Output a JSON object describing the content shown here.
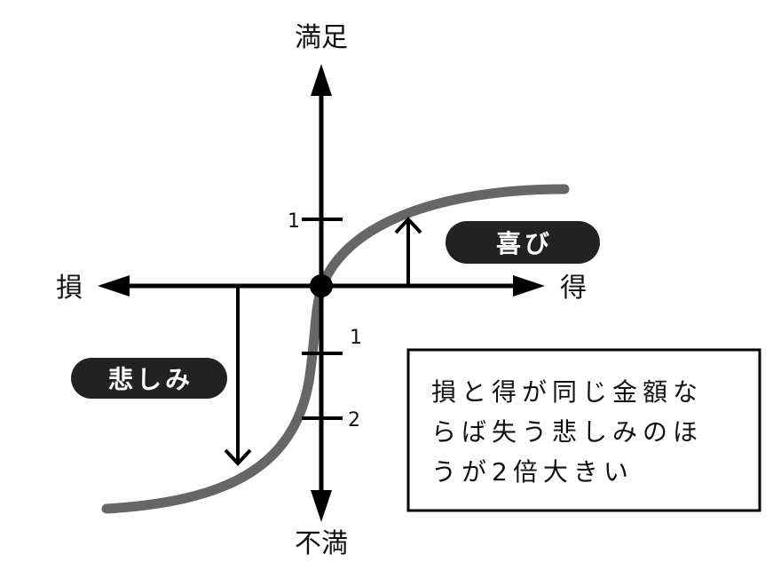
{
  "axes": {
    "top": "満足",
    "bottom": "不満",
    "left": "損",
    "right": "得"
  },
  "ticks": {
    "positive_1": "1",
    "negative_1": "1",
    "negative_2": "2"
  },
  "labels": {
    "joy": "喜び",
    "sadness": "悲しみ"
  },
  "note": {
    "lines": [
      "損と得が同じ金額な",
      "らば失う悲しみのほ",
      "うが2倍大きい"
    ]
  },
  "colors": {
    "curve": "#666666",
    "axis": "#000000",
    "pill": "#222222"
  }
}
